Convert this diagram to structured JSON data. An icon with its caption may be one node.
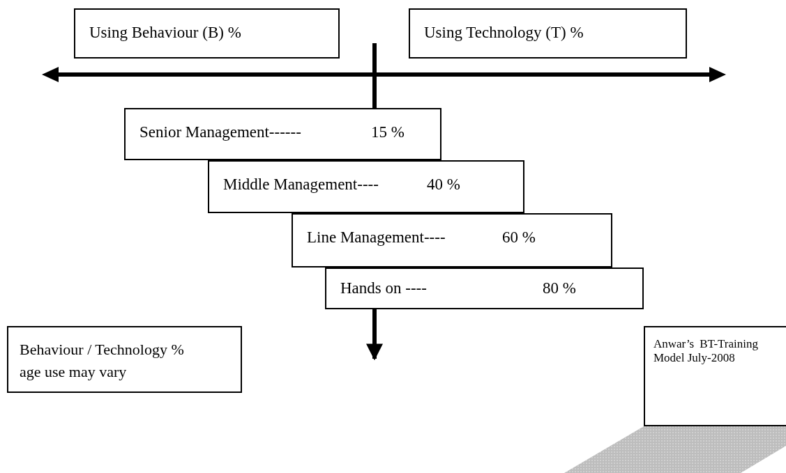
{
  "diagram": {
    "nodes": [
      {
        "text": [
          "Using Behaviour (B) %"
        ]
      },
      {
        "text": [
          "Using Technology (T) %"
        ]
      },
      {
        "text": [
          "Senior Management------",
          "15 %"
        ]
      },
      {
        "text": [
          "Middle Management----",
          "40 %"
        ]
      },
      {
        "text": [
          "Line Management----",
          "60 %"
        ]
      },
      {
        "text": [
          "Hands on ----",
          "80 %"
        ]
      },
      {
        "text": [
          "Behaviour / Technology % age use may vary"
        ]
      },
      {
        "text": [
          "Anwar’s BT-Training Model July-2008"
        ]
      }
    ],
    "edges": [
      {
        "from": null,
        "to": 2,
        "arrow": "none"
      },
      {
        "from": 5,
        "to": null,
        "arrow": "to"
      }
    ]
  }
}
